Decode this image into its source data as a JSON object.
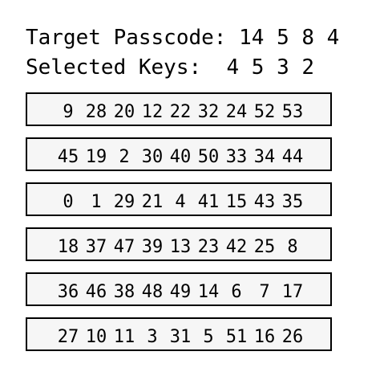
{
  "header": {
    "target_label": "Target Passcode:",
    "target_code": "14 5 8 4",
    "selected_label": "Selected Keys:",
    "selected_code": "4 5 3 2"
  },
  "keypad": {
    "rows": [
      [
        "9",
        "28",
        "20",
        "12",
        "22",
        "32",
        "24",
        "52",
        "53"
      ],
      [
        "45",
        "19",
        "2",
        "30",
        "40",
        "50",
        "33",
        "34",
        "44"
      ],
      [
        "0",
        "1",
        "29",
        "21",
        "4",
        "41",
        "15",
        "43",
        "35"
      ],
      [
        "18",
        "37",
        "47",
        "39",
        "13",
        "23",
        "42",
        "25",
        "8"
      ],
      [
        "36",
        "46",
        "38",
        "48",
        "49",
        "14",
        "6",
        "7",
        "17"
      ],
      [
        "27",
        "10",
        "11",
        "3",
        "31",
        "5",
        "51",
        "16",
        "26"
      ]
    ]
  }
}
